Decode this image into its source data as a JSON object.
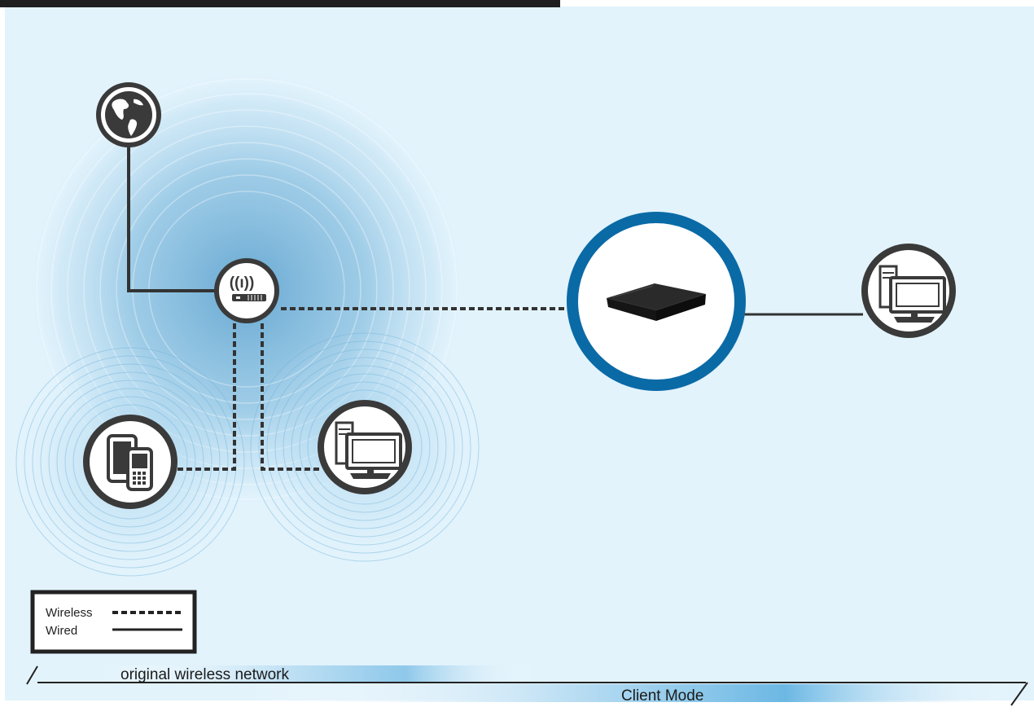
{
  "legend": {
    "wireless_label": "Wireless",
    "wired_label": "Wired"
  },
  "footer": {
    "original_network_label": "original wireless network",
    "mode_label": "Client Mode"
  },
  "nodes": [
    {
      "id": "internet",
      "icon": "globe-icon"
    },
    {
      "id": "router",
      "icon": "wireless-router-icon"
    },
    {
      "id": "mobile-devices",
      "icon": "tablet-phone-icon"
    },
    {
      "id": "wireless-desktop",
      "icon": "desktop-computer-icon"
    },
    {
      "id": "client-bridge",
      "icon": "access-point-device-icon"
    },
    {
      "id": "wired-desktop",
      "icon": "desktop-computer-icon"
    }
  ],
  "links": [
    {
      "from": "internet",
      "to": "router",
      "type": "wired"
    },
    {
      "from": "router",
      "to": "client-bridge",
      "type": "wireless"
    },
    {
      "from": "router",
      "to": "mobile-devices",
      "type": "wireless"
    },
    {
      "from": "router",
      "to": "wireless-desktop",
      "type": "wireless"
    },
    {
      "from": "client-bridge",
      "to": "wired-desktop",
      "type": "wired"
    }
  ],
  "colors": {
    "background": "#e2f3fc",
    "node_ring": "#3a3a3a",
    "highlight_ring": "#0a6aa6",
    "signal": "#5aa3cf",
    "header_bar": "#1e1e1e"
  }
}
